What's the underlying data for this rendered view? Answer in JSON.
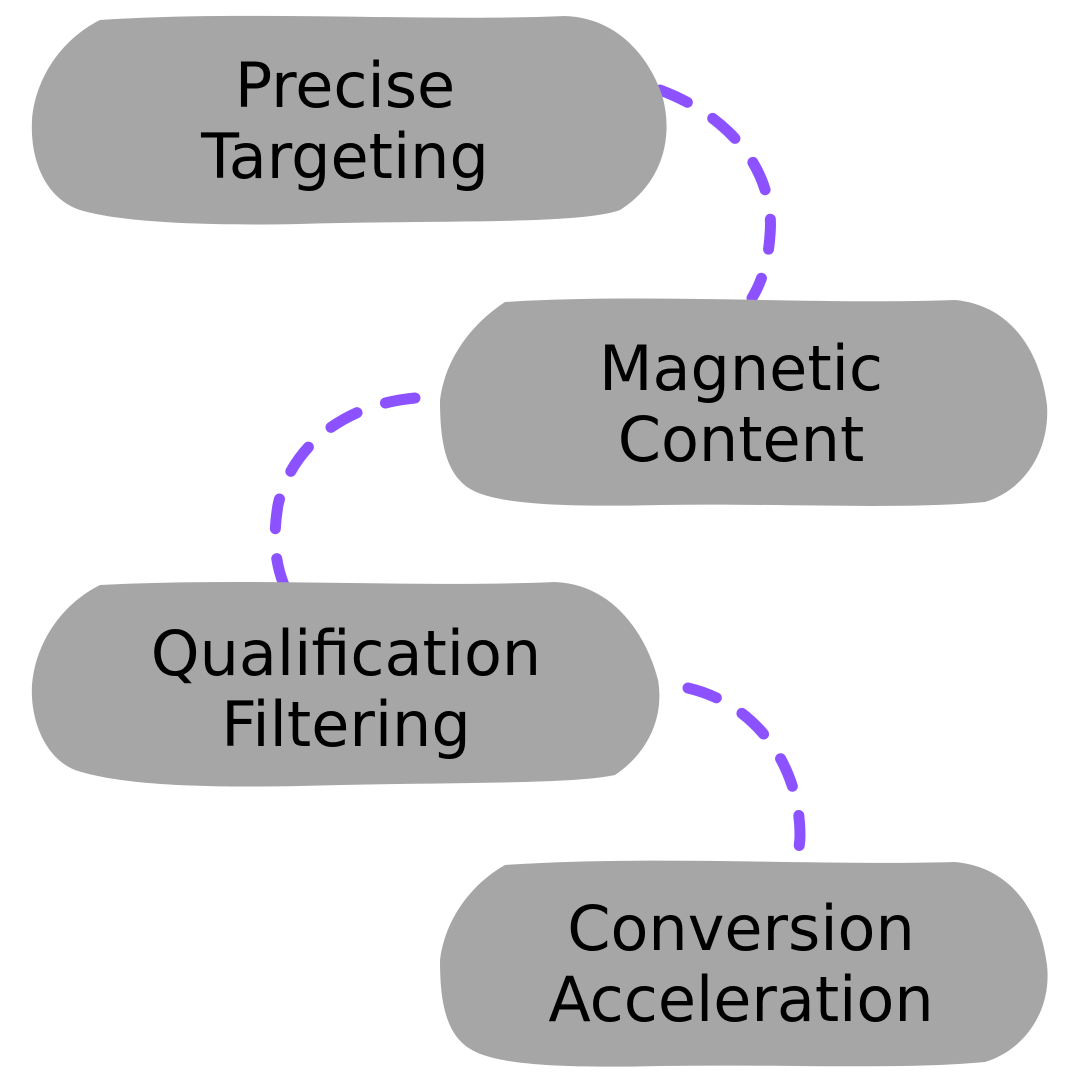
{
  "colors": {
    "background": "#ffffff",
    "pill": "#a6a6a6",
    "connector": "#8c52ff",
    "text": "#000000"
  },
  "steps": [
    {
      "line1": "Precise",
      "line2": "Targeting"
    },
    {
      "line1": "Magnetic",
      "line2": "Content"
    },
    {
      "line1": "Qualification",
      "line2": "Filtering"
    },
    {
      "line1": "Conversion",
      "line2": "Acceleration"
    }
  ]
}
